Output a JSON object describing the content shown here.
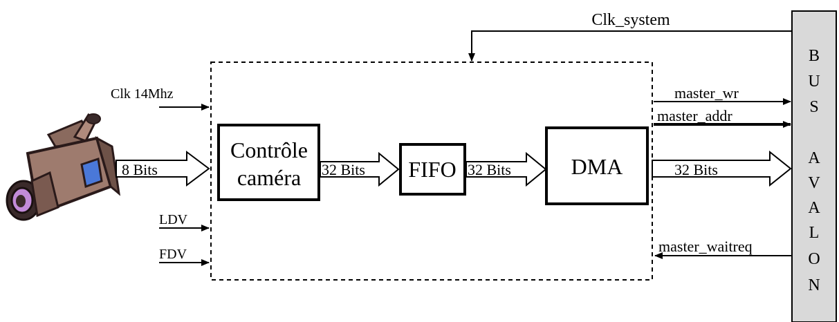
{
  "blocks": {
    "camera_control": [
      "Contrôle",
      "caméra"
    ],
    "fifo": "FIFO",
    "dma": "DMA"
  },
  "bus": {
    "letters_top": [
      "B",
      "U",
      "S"
    ],
    "letters_bottom": [
      "A",
      "V",
      "A",
      "L",
      "O",
      "N"
    ]
  },
  "signals": {
    "clk_system": "Clk_system",
    "clk_14": "Clk  14Mhz",
    "camera_data": "8 Bits",
    "ldv": "LDV",
    "fdv": "FDV",
    "ctrl_to_fifo": "32 Bits",
    "fifo_to_dma": "32 Bits",
    "dma_to_bus": "32 Bits",
    "master_wr": "master_wr",
    "master_addr": "master_addr",
    "master_waitreq": "master_waitreq"
  },
  "colors": {
    "line": "#000000",
    "bus_fill": "#d9d9d9",
    "camera_body": "#9e7b6e",
    "camera_dark": "#3a2a2a",
    "camera_lens": "#4a78d8"
  },
  "icons": {
    "camera": "video-camera-icon"
  }
}
